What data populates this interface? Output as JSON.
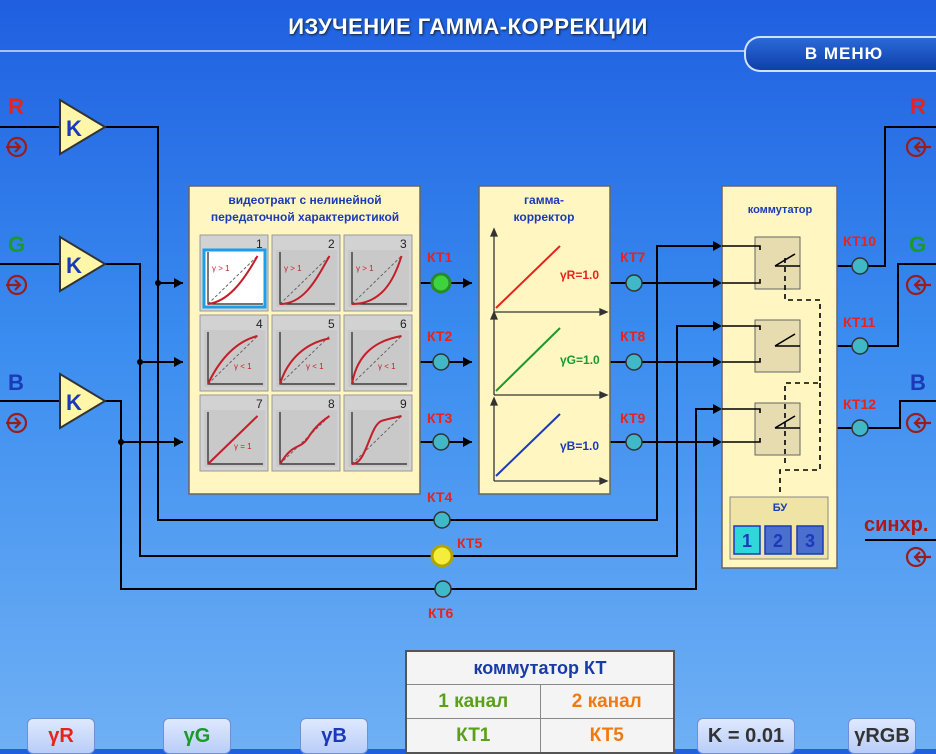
{
  "header": {
    "title": "ИЗУЧЕНИЕ ГАММА-КОРРЕКЦИИ",
    "menu_button": "В МЕНЮ"
  },
  "inputs": [
    {
      "label": "R",
      "color": "#e8221d"
    },
    {
      "label": "G",
      "color": "#1a9a2a"
    },
    {
      "label": "B",
      "color": "#1a3ab8"
    }
  ],
  "amplifier_label": "K",
  "videotract": {
    "title": "видеотракт с нелинейной передаточной характеристикой",
    "title_line1": "видеотракт с нелинейной",
    "title_line2": "передаточной характеристикой",
    "cells": [
      {
        "num": "1",
        "note": "γ > 1",
        "selected": true
      },
      {
        "num": "2",
        "note": "γ > 1",
        "selected": false
      },
      {
        "num": "3",
        "note": "γ > 1",
        "selected": false
      },
      {
        "num": "4",
        "note": "γ < 1",
        "selected": false
      },
      {
        "num": "5",
        "note": "γ < 1",
        "selected": false
      },
      {
        "num": "6",
        "note": "γ < 1",
        "selected": false
      },
      {
        "num": "7",
        "note": "γ = 1",
        "selected": false
      },
      {
        "num": "8",
        "note": "",
        "selected": false
      },
      {
        "num": "9",
        "note": "",
        "selected": false
      }
    ]
  },
  "corrector": {
    "title_line1": "гамма-",
    "title_line2": "корректор",
    "graphs": [
      {
        "label": "γR=1.0",
        "color": "#e8221d"
      },
      {
        "label": "γG=1.0",
        "color": "#1a9a2a"
      },
      {
        "label": "γB=1.0",
        "color": "#1a3ab8"
      }
    ]
  },
  "commutator": {
    "title": "коммутатор",
    "bu_label": "БУ",
    "buttons": [
      "1",
      "2",
      "3"
    ],
    "active": 0
  },
  "test_points": {
    "kt1": "КТ1",
    "kt2": "КТ2",
    "kt3": "КТ3",
    "kt4": "КТ4",
    "kt5": "КТ5",
    "kt6": "КТ6",
    "kt7": "КТ7",
    "kt8": "КТ8",
    "kt9": "КТ9",
    "kt10": "КТ10",
    "kt11": "КТ11",
    "kt12": "КТ12"
  },
  "outputs": [
    {
      "label": "R",
      "color": "#e8221d"
    },
    {
      "label": "G",
      "color": "#1a9a2a"
    },
    {
      "label": "B",
      "color": "#1a3ab8"
    }
  ],
  "sync_label": "синхр.",
  "kt_table": {
    "title": "коммутатор КТ",
    "col1_header": "1 канал",
    "col2_header": "2 канал",
    "col1_value": "КТ1",
    "col2_value": "КТ5",
    "col1_color": "#5aa019",
    "col2_color": "#ef7a10"
  },
  "bottom_buttons": {
    "gamma_r": "γR",
    "gamma_g": "γG",
    "gamma_b": "γB",
    "k_value": "K = 0.01",
    "gamma_rgb": "γRGB"
  }
}
